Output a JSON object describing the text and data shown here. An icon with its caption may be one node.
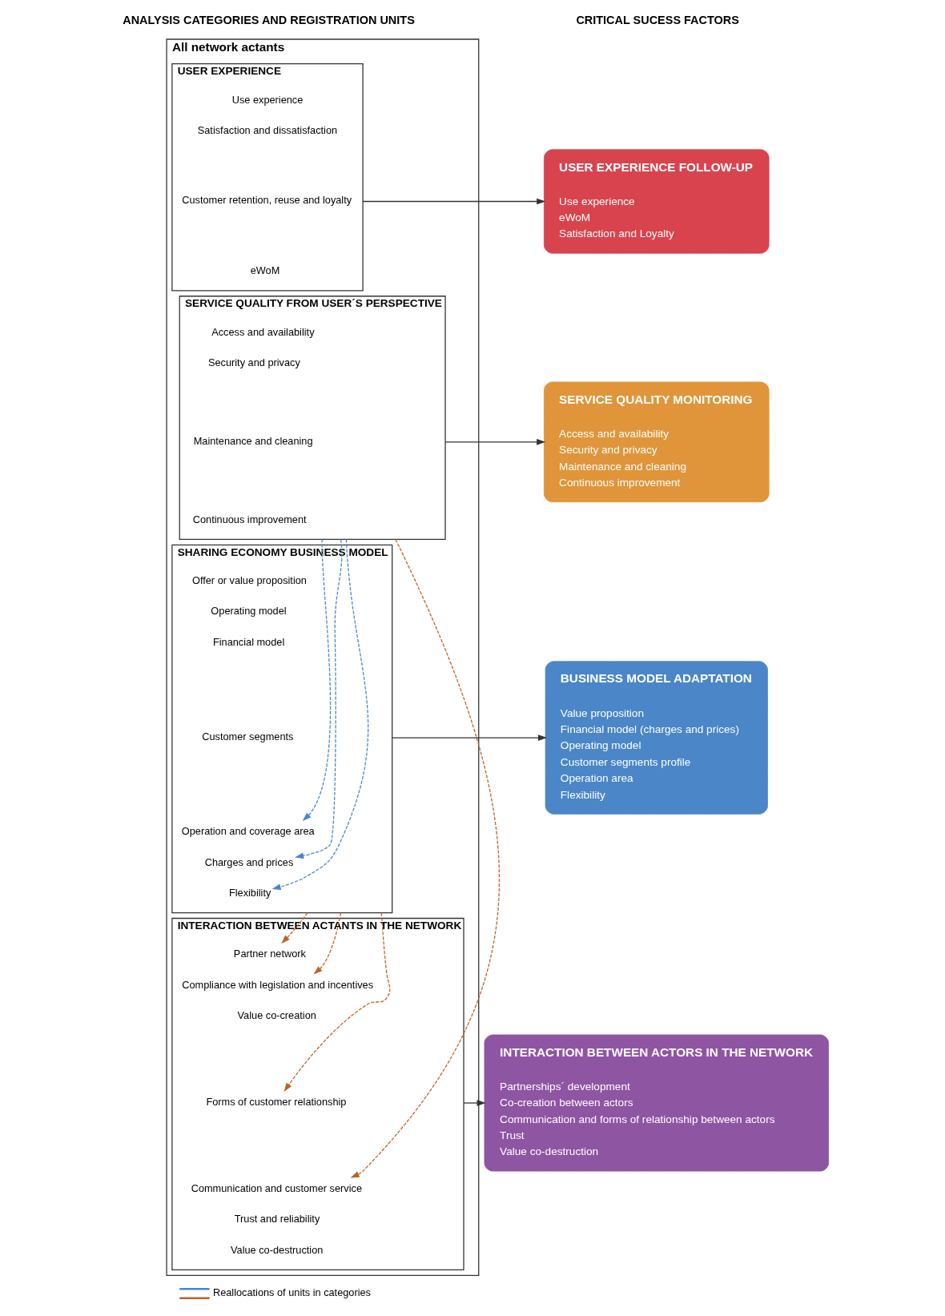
{
  "diagram": {
    "nodes": [
      {
        "text": [
          "All network actants"
        ]
      },
      {
        "text": [
          "USER EXPERIENCE"
        ],
        "in": 0
      },
      {
        "text": [
          "Use experience"
        ],
        "in": 1
      },
      {
        "text": [
          "Satisfaction and dissatisfaction"
        ],
        "in": 1
      },
      {
        "text": [
          "Customer retention, reuse and loyalty"
        ],
        "in": 1
      },
      {
        "text": [
          "eWoM"
        ],
        "in": 1
      },
      {
        "text": [
          "SERVICE QUALITY FROM USER´S PERSPECTIVE"
        ],
        "in": 0
      },
      {
        "text": [
          "Access and availability"
        ],
        "in": 6
      },
      {
        "text": [
          "Security and privacy"
        ],
        "in": 6
      },
      {
        "text": [
          "Maintenance and cleaning"
        ],
        "in": 6
      },
      {
        "text": [
          "Continuous improvement"
        ],
        "in": 6
      },
      {
        "text": [
          "SHARING ECONOMY BUSINESS MODEL"
        ],
        "in": 0
      },
      {
        "text": [
          "Offer or value proposition"
        ],
        "in": 11
      },
      {
        "text": [
          "Operating model"
        ],
        "in": 11
      },
      {
        "text": [
          "Financial model"
        ],
        "in": 11
      },
      {
        "text": [
          "Customer segments"
        ],
        "in": 11
      },
      {
        "text": [
          "Operation and coverage area"
        ],
        "in": 11
      },
      {
        "text": [
          "Charges and prices"
        ],
        "in": 11
      },
      {
        "text": [
          "Flexibility"
        ],
        "in": 11
      },
      {
        "text": [
          "INTERACTION BETWEEN ACTANTS IN THE NETWORK"
        ],
        "in": 0
      },
      {
        "text": [
          "Partner network"
        ],
        "in": 19
      },
      {
        "text": [
          "Compliance with legislation and incentives"
        ],
        "in": 19
      },
      {
        "text": [
          "Value co-creation"
        ],
        "in": 19
      },
      {
        "text": [
          "Forms of customer relationship"
        ],
        "in": 19
      },
      {
        "text": [
          "Communication and customer service"
        ],
        "in": 19
      },
      {
        "text": [
          "Trust and reliability"
        ],
        "in": 19
      },
      {
        "text": [
          "Value co-destruction"
        ],
        "in": 19
      },
      {
        "text": [
          "USER EXPERIENCE FOLLOW-UP",
          "Use experience",
          "eWoM",
          "Satisfaction and Loyalty"
        ]
      },
      {
        "text": [
          "SERVICE QUALITY MONITORING",
          "Access and availability",
          "Security and privacy",
          "Maintenance and cleaning",
          "Continuous improvement"
        ]
      },
      {
        "text": [
          "BUSINESS MODEL ADAPTATION",
          "Value proposition",
          "Financial model (charges and prices)",
          "Operating model",
          "Customer segments profile",
          "Operation area",
          "Flexibility"
        ]
      },
      {
        "text": [
          "INTERACTION BETWEEN ACTORS IN THE NETWORK",
          "Partnerships´ development",
          "Co-creation between actors",
          "Communication and forms of relationship between actors",
          "Trust",
          "Value co-destruction"
        ]
      }
    ],
    "edges": [
      {
        "from": 1,
        "to": 27,
        "arrow": "to"
      },
      {
        "from": 6,
        "to": 28,
        "arrow": "to"
      },
      {
        "from": 11,
        "to": 29,
        "arrow": "to"
      },
      {
        "from": 19,
        "to": 30,
        "arrow": "to"
      },
      {
        "from": 6,
        "to": 16,
        "arrow": "to",
        "style": "dashed",
        "color": "#4a86c8"
      },
      {
        "from": 6,
        "to": 17,
        "arrow": "to",
        "style": "dashed",
        "color": "#4a86c8"
      },
      {
        "from": 6,
        "to": 18,
        "arrow": "to",
        "style": "dashed",
        "color": "#4a86c8"
      },
      {
        "from": 6,
        "to": 24,
        "arrow": "to",
        "style": "dashed",
        "color": "#c0622a"
      },
      {
        "from": 11,
        "to": 20,
        "arrow": "to",
        "style": "dashed",
        "color": "#c0622a"
      },
      {
        "from": 11,
        "to": 21,
        "arrow": "to",
        "style": "dashed",
        "color": "#c0622a"
      },
      {
        "from": 11,
        "to": 23,
        "arrow": "to",
        "style": "dashed",
        "color": "#c0622a"
      }
    ],
    "labels": [
      "ANALYSIS CATEGORIES AND REGISTRATION UNITS",
      "CRITICAL SUCESS FACTORS"
    ],
    "legend": [
      {
        "text": "Reallocations of units in categories"
      }
    ]
  }
}
